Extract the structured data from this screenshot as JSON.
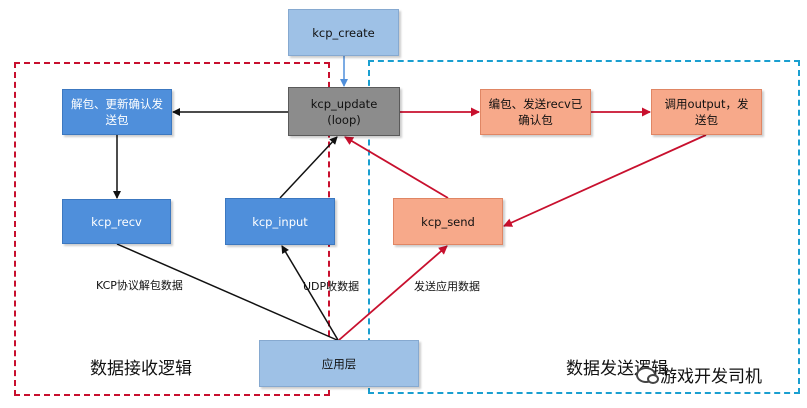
{
  "nodes": {
    "create": "kcp_create",
    "update": "kcp_update\n(loop)",
    "unpack": "解包、更新确认发\n送包",
    "recv": "kcp_recv",
    "input": "kcp_input",
    "encode": "编包、发送recv已\n确认包",
    "output": "调用output，发\n送包",
    "send": "kcp_send",
    "app": "应用层"
  },
  "edge_labels": {
    "kcp": "KCP协议解包数据",
    "udp": "UDP收数据",
    "app": "发送应用数据"
  },
  "regions": {
    "recv": "数据接收逻辑",
    "send": "数据发送逻辑"
  },
  "watermark": {
    "text": "游戏开发司机",
    "icon": "wechat-icon"
  },
  "colors": {
    "recv_border": "#c8102e",
    "send_border": "#1a9fd0",
    "arrow_black": "#111111",
    "arrow_red": "#c8102e",
    "arrow_blue": "#4f8fdb"
  }
}
